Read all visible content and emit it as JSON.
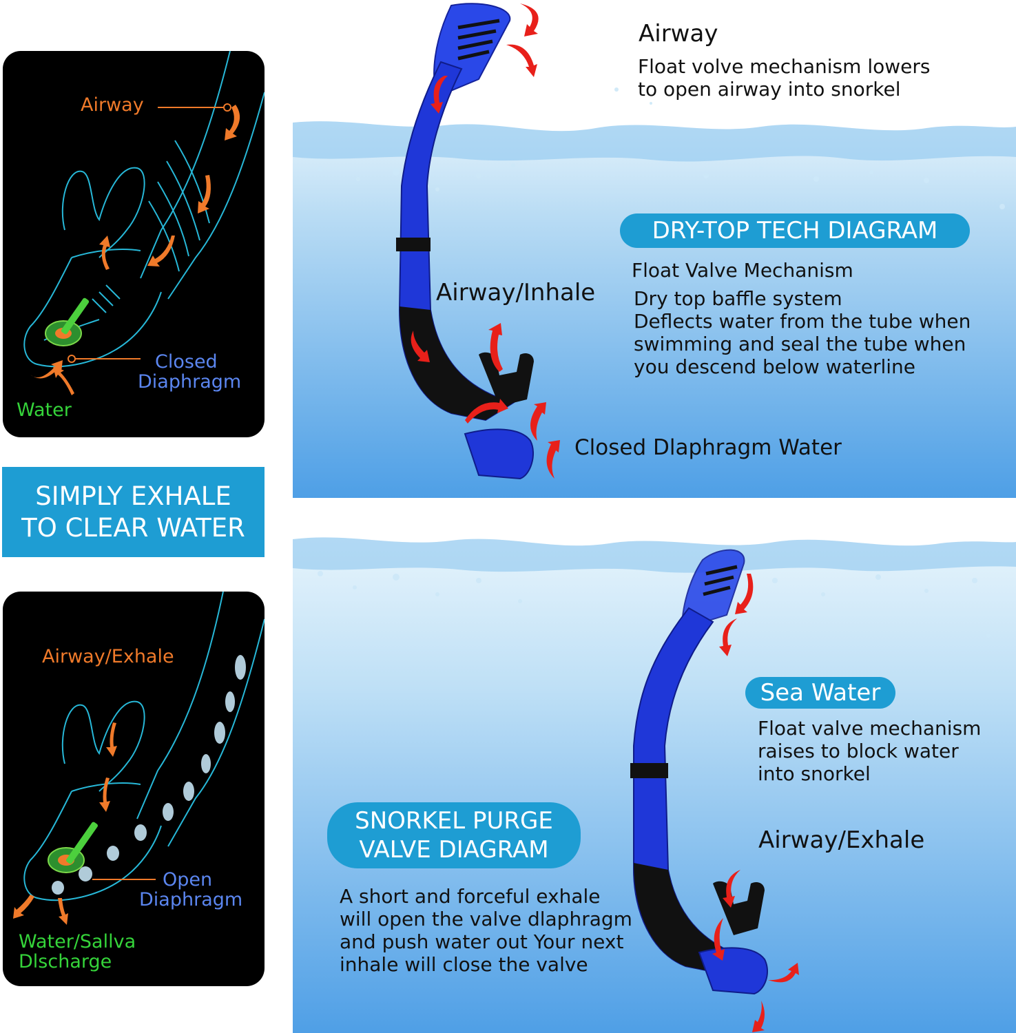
{
  "left_top_card": {
    "airway": "Airway",
    "closed_diaphragm_1": "Closed",
    "closed_diaphragm_2": "Diaphragm",
    "water": "Water"
  },
  "banner": {
    "line1": "SIMPLY EXHALE",
    "line2": "TO CLEAR WATER"
  },
  "left_bottom_card": {
    "airway_exhale": "Airway/Exhale",
    "open_diaphragm_1": "Open",
    "open_diaphragm_2": "Diaphragm",
    "water_saliva_1": "Water/Sallva",
    "water_saliva_2": "Dlscharge"
  },
  "top_panel": {
    "airway_title": "Airway",
    "airway_desc_1": "Float volve mechanism lowers",
    "airway_desc_2": "to open airway into snorkel",
    "diagram_title": "DRY-TOP TECH DIAGRAM",
    "float_valve": "Float Valve Mechanism",
    "baffle_1": "Dry top baffle system",
    "baffle_2": "Deflects water from the tube when",
    "baffle_3": "swimming and seal the tube when",
    "baffle_4": "you descend below waterline",
    "airway_inhale": "Airway/Inhale",
    "closed_water": "Closed Dlaphragm Water"
  },
  "bottom_panel": {
    "sea_water_title": "Sea Water",
    "sea_water_desc_1": "Float valve mechanism",
    "sea_water_desc_2": "raises to block water",
    "sea_water_desc_3": "into snorkel",
    "airway_exhale": "Airway/Exhale",
    "purge_title_1": "SNORKEL PURGE",
    "purge_title_2": "VALVE DIAGRAM",
    "purge_desc_1": "A short and forceful exhale",
    "purge_desc_2": "will open the valve dlaphragm",
    "purge_desc_3": "and push water out Your next",
    "purge_desc_4": "inhale will close the valve"
  },
  "colors": {
    "accent": "#1e9dd3",
    "card_bg": "#000000",
    "label_orange": "#f07a2a",
    "label_blue": "#5b86f0",
    "label_green": "#35d43a",
    "snorkel_blue": "#1f37d8",
    "arrow_red": "#e8201a"
  }
}
